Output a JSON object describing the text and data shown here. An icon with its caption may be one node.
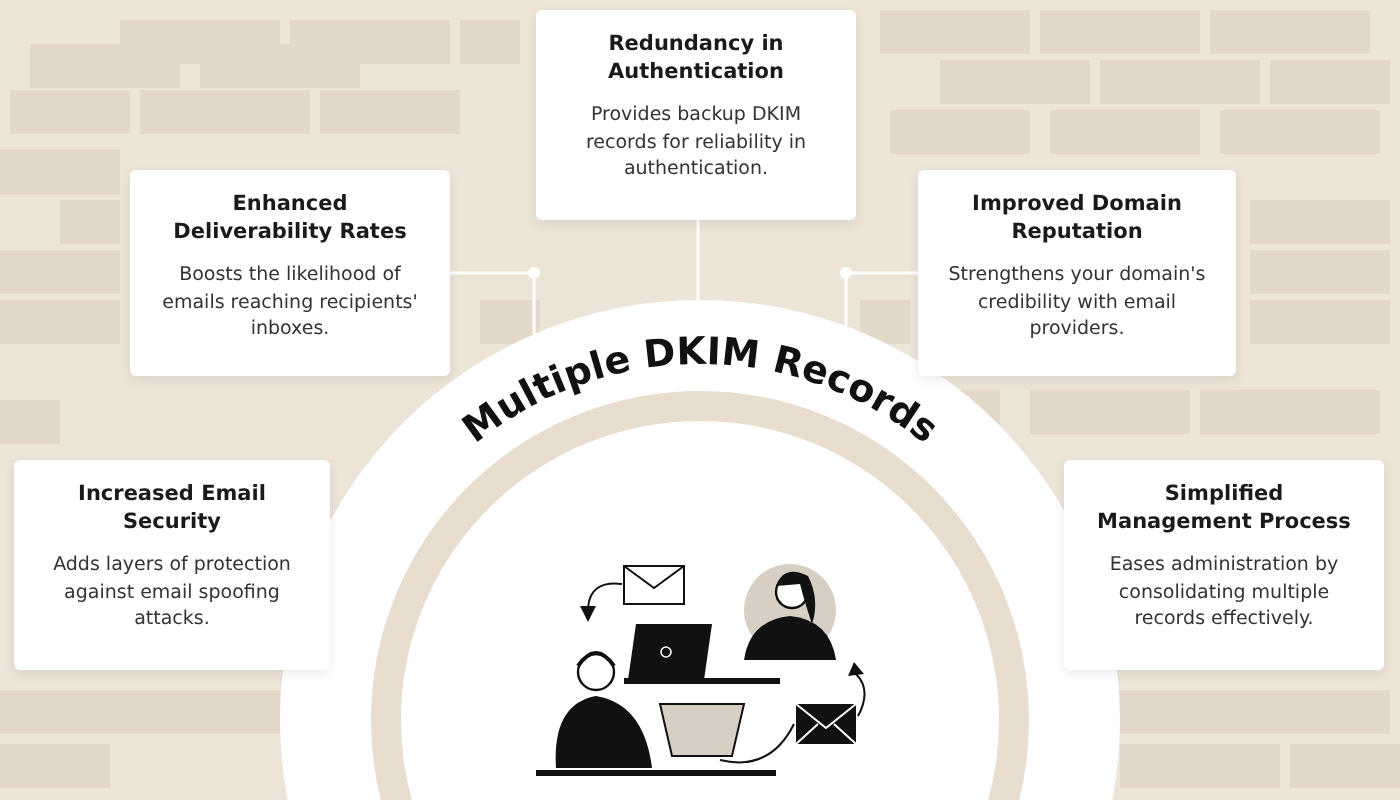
{
  "diagram": {
    "nodes": [
      {
        "text": [
          "Redundancy in Authentication",
          "Provides backup DKIM records for reliability in authentication."
        ]
      },
      {
        "text": [
          "Enhanced Deliverability Rates",
          "Boosts the likelihood of emails reaching recipients' inboxes."
        ]
      },
      {
        "text": [
          "Improved Domain Reputation",
          "Strengthens your domain's credibility with email providers."
        ]
      },
      {
        "text": [
          "Increased Email Security",
          "Adds layers of protection against email spoofing attacks."
        ]
      },
      {
        "text": [
          "Simplified Management Process",
          "Eases administration by consolidating multiple records effectively."
        ]
      },
      {
        "text": [
          "Multiple DKIM Records"
        ]
      }
    ],
    "edges": [
      {
        "from": 0,
        "to": 5,
        "arrow": "none"
      },
      {
        "from": 1,
        "to": 5,
        "arrow": "none"
      },
      {
        "from": 2,
        "to": 5,
        "arrow": "none"
      }
    ]
  }
}
